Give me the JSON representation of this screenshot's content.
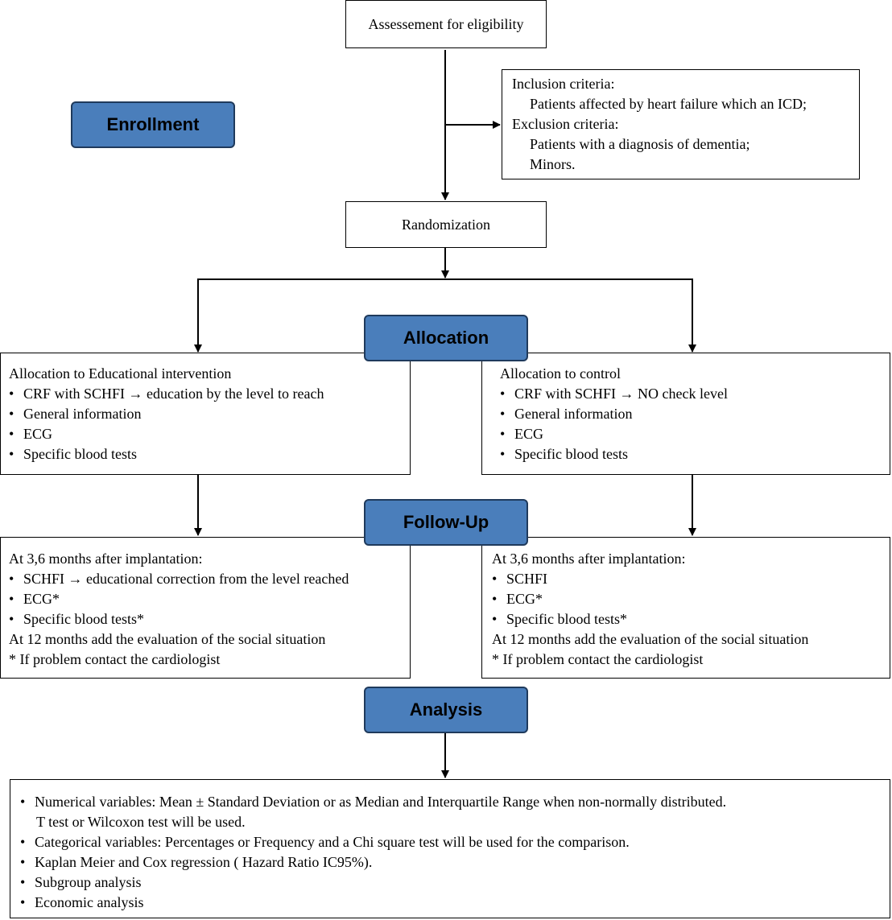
{
  "stages": {
    "enrollment": "Enrollment",
    "allocation": "Allocation",
    "followup": "Follow-Up",
    "analysis": "Analysis"
  },
  "assessment": "Assessement for eligibility",
  "criteria": {
    "inclusion_header": "Inclusion criteria:",
    "inclusion_items": [
      "Patients affected by heart failure which an ICD;"
    ],
    "exclusion_header": "Exclusion criteria:",
    "exclusion_items": [
      "Patients with a diagnosis of dementia;",
      "Minors."
    ]
  },
  "randomization": "Randomization",
  "allocation_left": {
    "title": "Allocation to Educational intervention",
    "bullets": [
      "CRF with SCHFI → education by the level to reach",
      "General information",
      "ECG",
      "Specific blood tests"
    ]
  },
  "allocation_right": {
    "title": "Allocation to control",
    "bullets": [
      "CRF with SCHFI → NO check level",
      "General information",
      "ECG",
      "Specific blood tests"
    ]
  },
  "followup_left": {
    "header": "At 3,6 months after implantation:",
    "bullets": [
      "SCHFI → educational correction from the level reached",
      "ECG*",
      "Specific blood tests*"
    ],
    "line12": "At 12 months add the evaluation of the social situation",
    "note": "* If problem contact the cardiologist"
  },
  "followup_right": {
    "header": "At 3,6 months after implantation:",
    "bullets": [
      "SCHFI",
      "ECG*",
      "Specific blood tests*"
    ],
    "line12": "At 12 months add the evaluation of the social situation",
    "note": "* If problem contact the cardiologist"
  },
  "analysis_box": {
    "item1": "Numerical variables: Mean ± Standard Deviation or as Median and Interquartile Range when non-normally distributed.",
    "item1_cont": "T test or Wilcoxon test will be used.",
    "item2": "Categorical variables: Percentages or Frequency and a Chi square test will be used for the comparison.",
    "item3": "Kaplan Meier and Cox regression ( Hazard Ratio IC95%).",
    "item4": "Subgroup analysis",
    "item5": "Economic analysis"
  },
  "bullet_glyph": "•"
}
